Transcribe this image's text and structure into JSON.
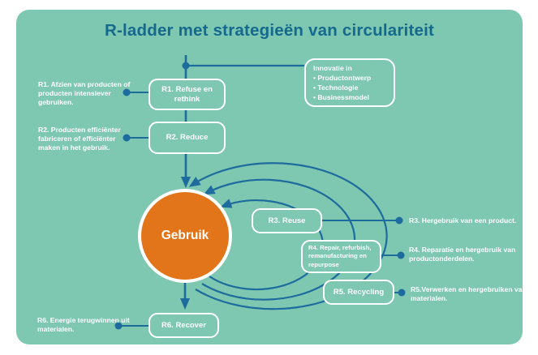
{
  "title": "R-ladder met strategieën van circulariteit",
  "colors": {
    "background_teal": "#7ec7b0",
    "line_blue": "#1e6b9e",
    "title_blue": "#15698f",
    "circle_orange": "#e2751a",
    "text_white": "#ffffff"
  },
  "center": {
    "label": "Gebruik"
  },
  "innovation": {
    "title": "Innovatie in",
    "items": [
      "• Productontwerp",
      "• Technologie",
      "• Businessmodel"
    ]
  },
  "r1": {
    "box": "R1. Refuse en rethink",
    "note": "R1. Afzien van producten of producten intensiever gebruiken."
  },
  "r2": {
    "box": "R2. Reduce",
    "note": "R2. Producten efficiënter fabriceren of efficiënter maken in het gebruik."
  },
  "r3": {
    "box": "R3. Reuse",
    "note": "R3. Hergebruik van een product."
  },
  "r4": {
    "box": "R4. Repair, refurbish, remanufacturing en repurpose",
    "note": "R4. Reparatie en hergebruik van productonderdelen."
  },
  "r5": {
    "box": "R5. Recycling",
    "note": "R5.Verwerken en hergebruiken van materialen."
  },
  "r6": {
    "box": "R6. Recover",
    "note": "R6. Energie terugwinnen uit materialen."
  }
}
